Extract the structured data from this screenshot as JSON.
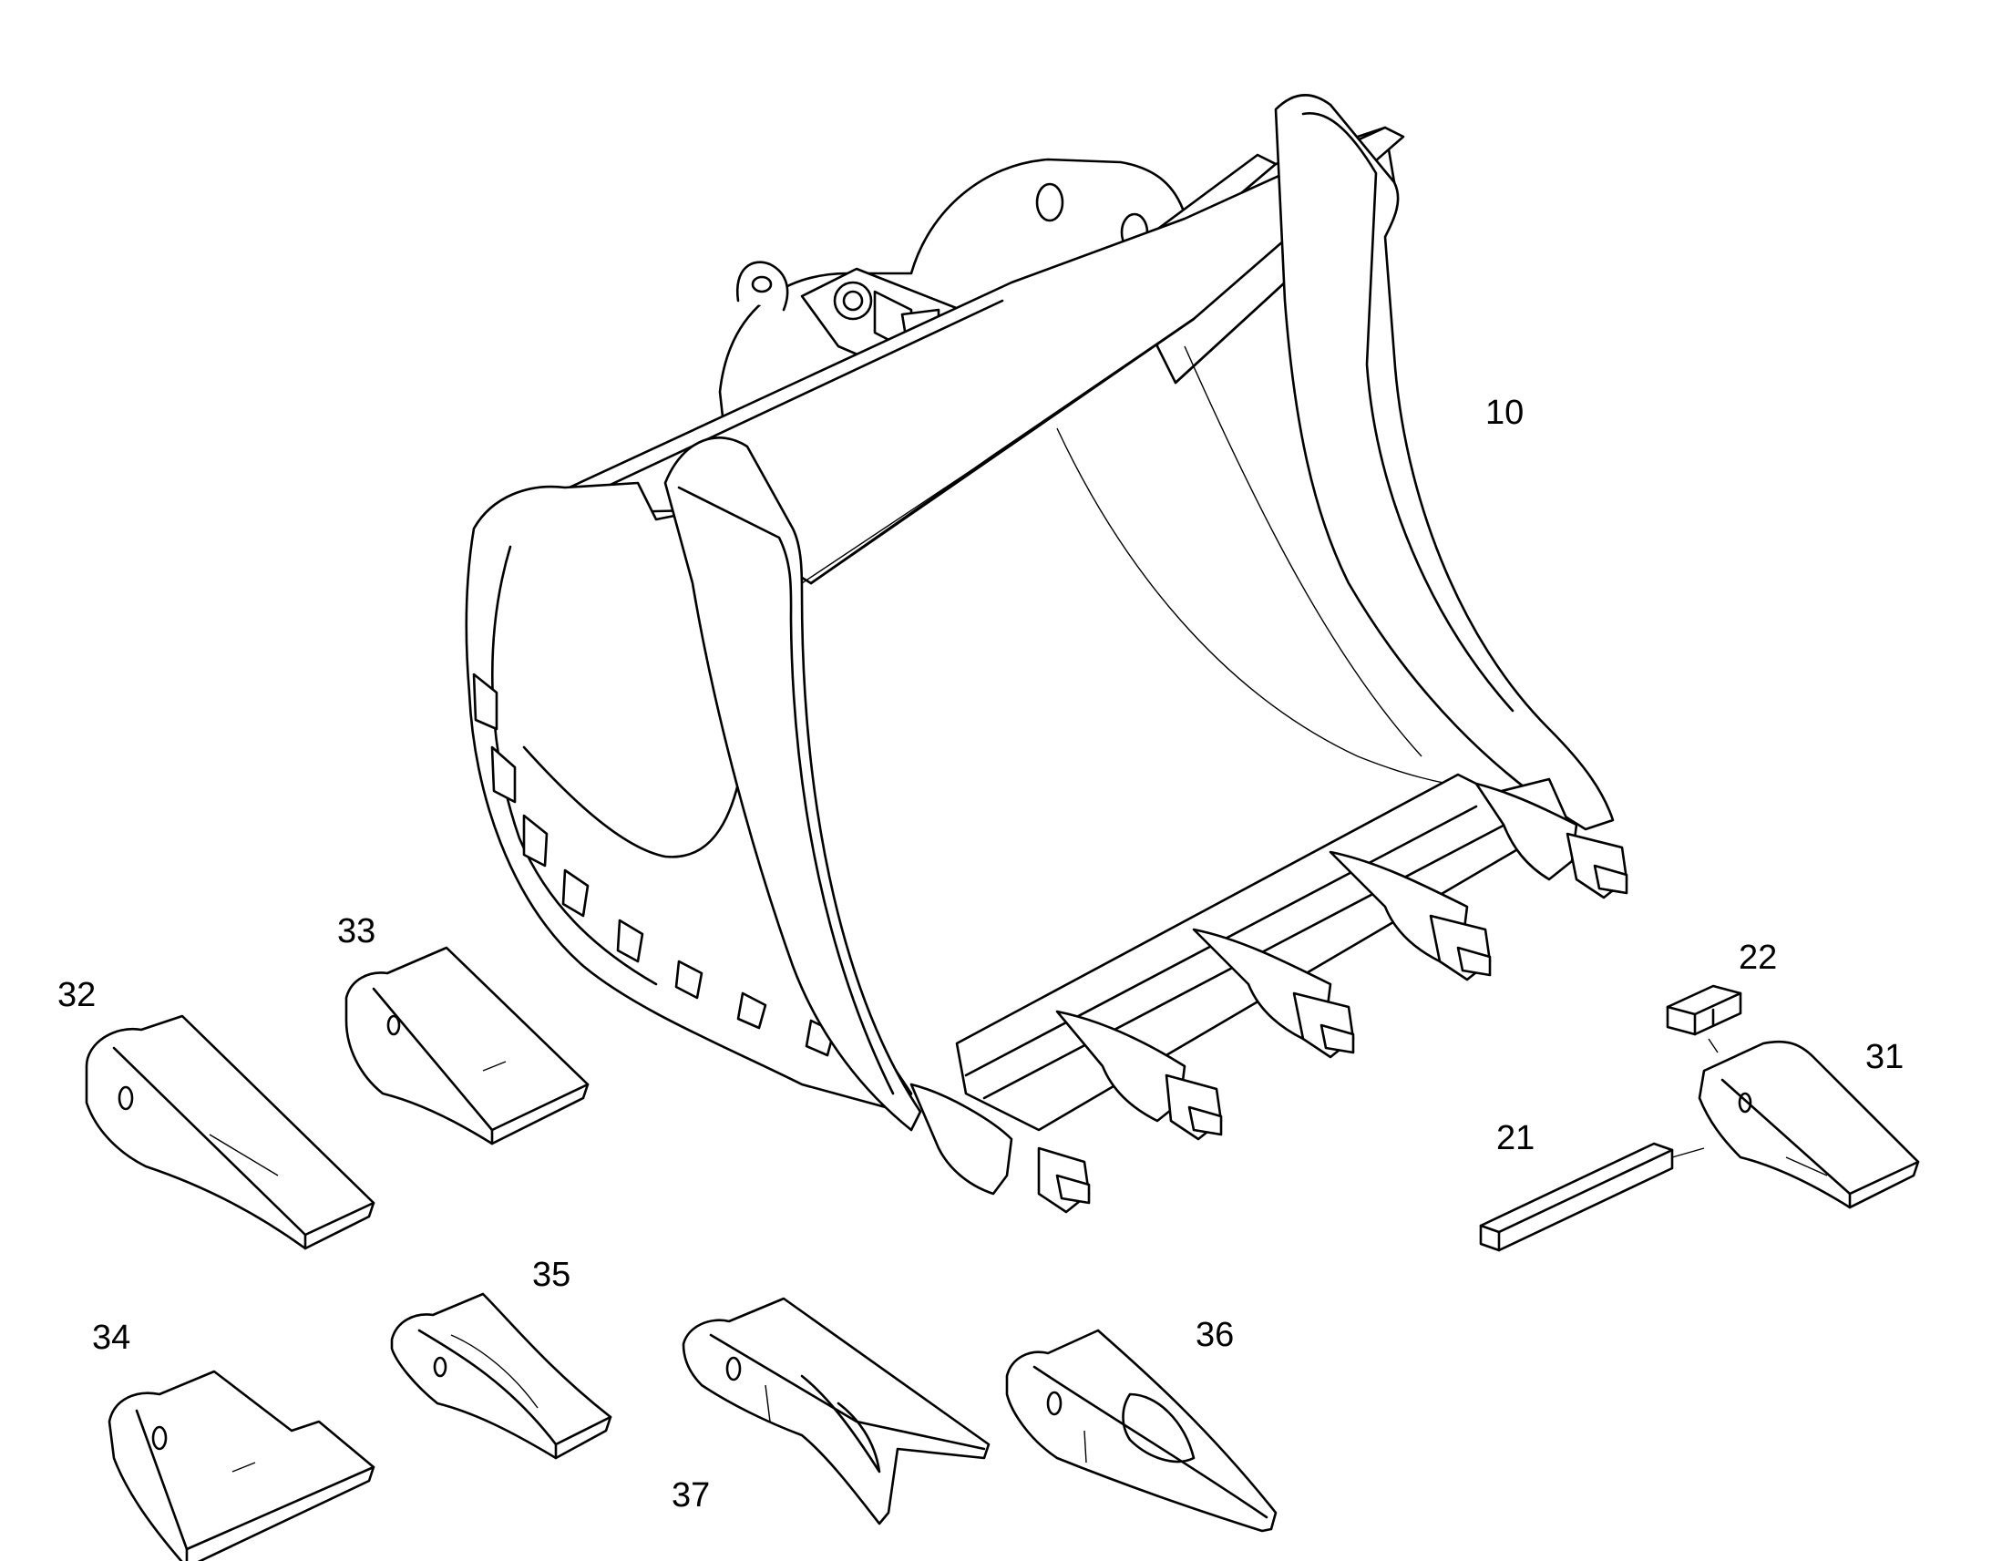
{
  "labels": {
    "bucket": "10",
    "tip_21": "21",
    "pin_22": "22",
    "tooth_31": "31",
    "tooth_32": "32",
    "tooth_33": "33",
    "tooth_34": "34",
    "tooth_35": "35",
    "tooth_36": "36",
    "tooth_37": "37"
  }
}
